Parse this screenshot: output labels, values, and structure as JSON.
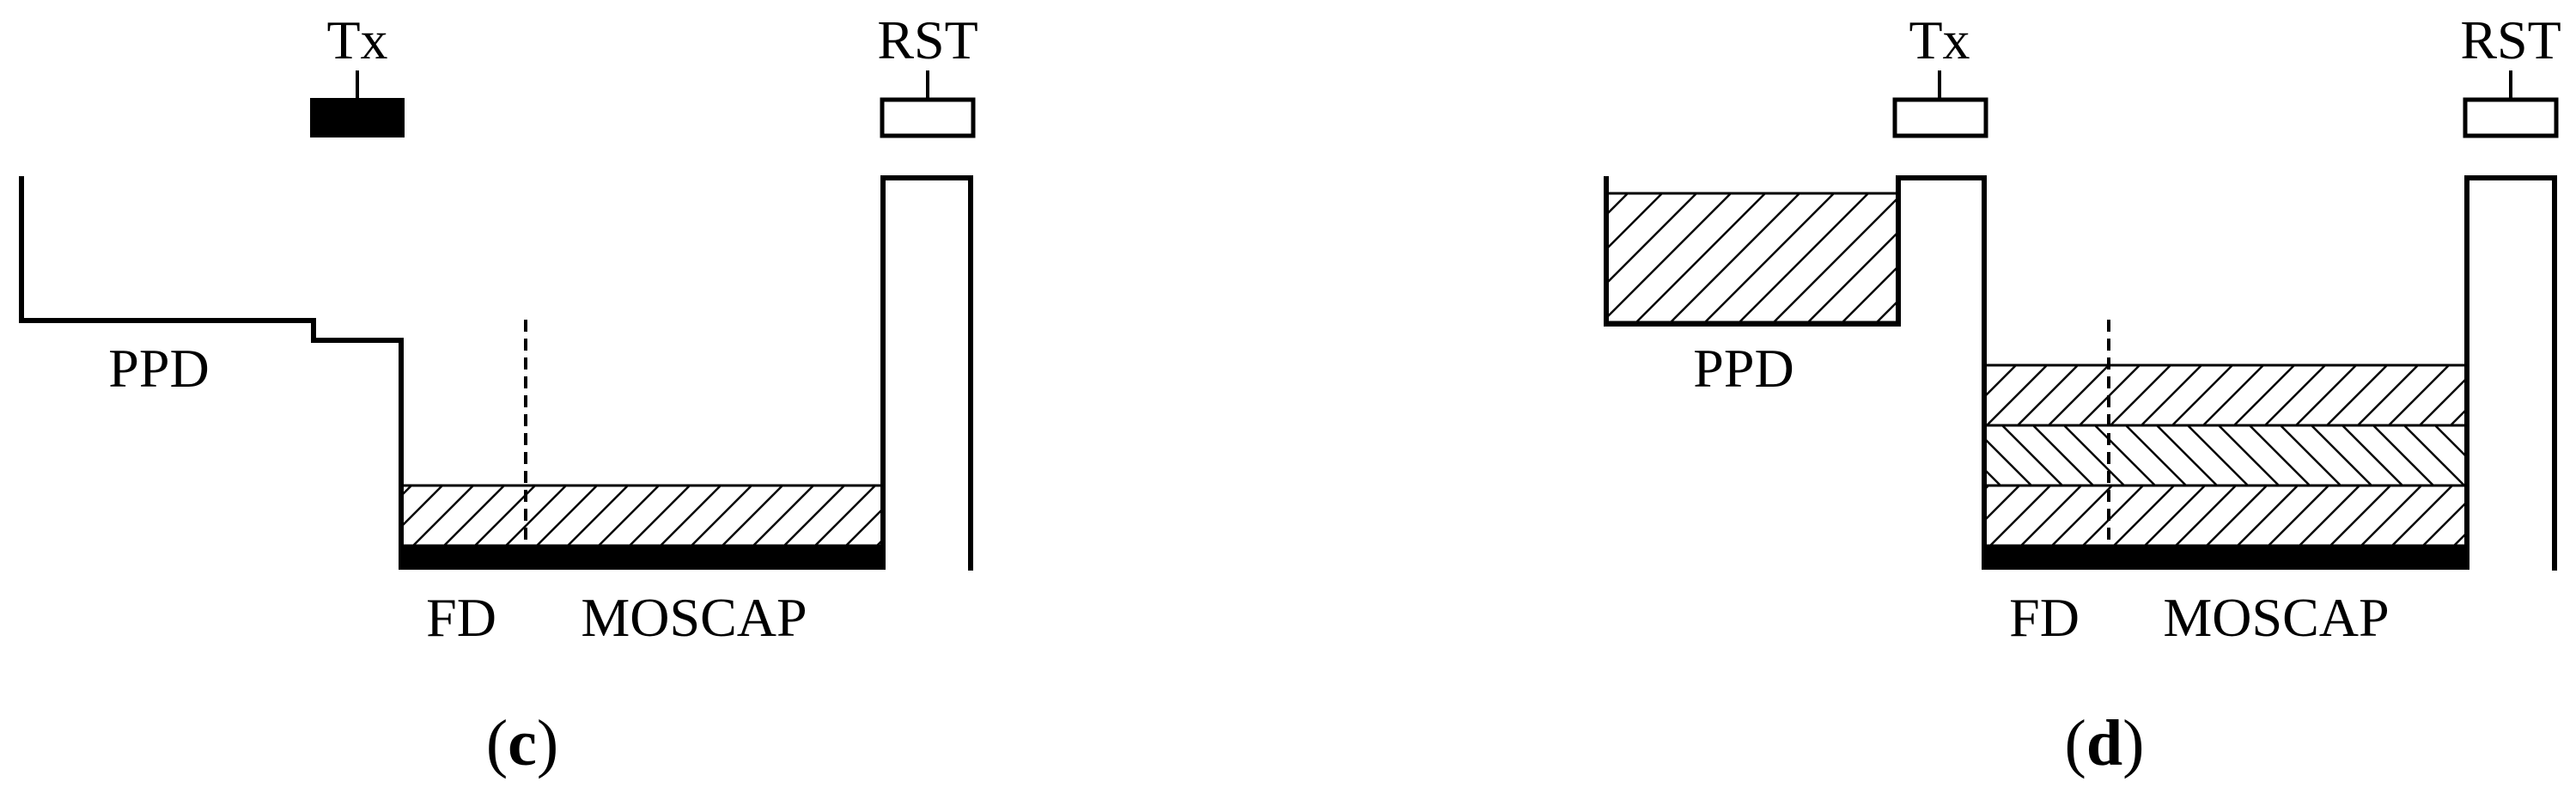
{
  "panels": [
    {
      "id": "c",
      "tx_label": "Tx",
      "rst_label": "RST",
      "ppd_label": "PPD",
      "fd_label": "FD",
      "moscap_label": "MOSCAP",
      "caption_open": "(",
      "caption_letter": "c",
      "caption_close": ")",
      "tx_gate_state": "on",
      "rst_gate_state": "off",
      "ppd_charge": "empty",
      "fd_charge_layers": 1
    },
    {
      "id": "d",
      "tx_label": "Tx",
      "rst_label": "RST",
      "ppd_label": "PPD",
      "fd_label": "FD",
      "moscap_label": "MOSCAP",
      "caption_open": "(",
      "caption_letter": "d",
      "caption_close": ")",
      "tx_gate_state": "off",
      "rst_gate_state": "off",
      "ppd_charge": "full",
      "fd_charge_layers": 3
    }
  ],
  "colors": {
    "line": "#000000",
    "background": "#ffffff"
  }
}
